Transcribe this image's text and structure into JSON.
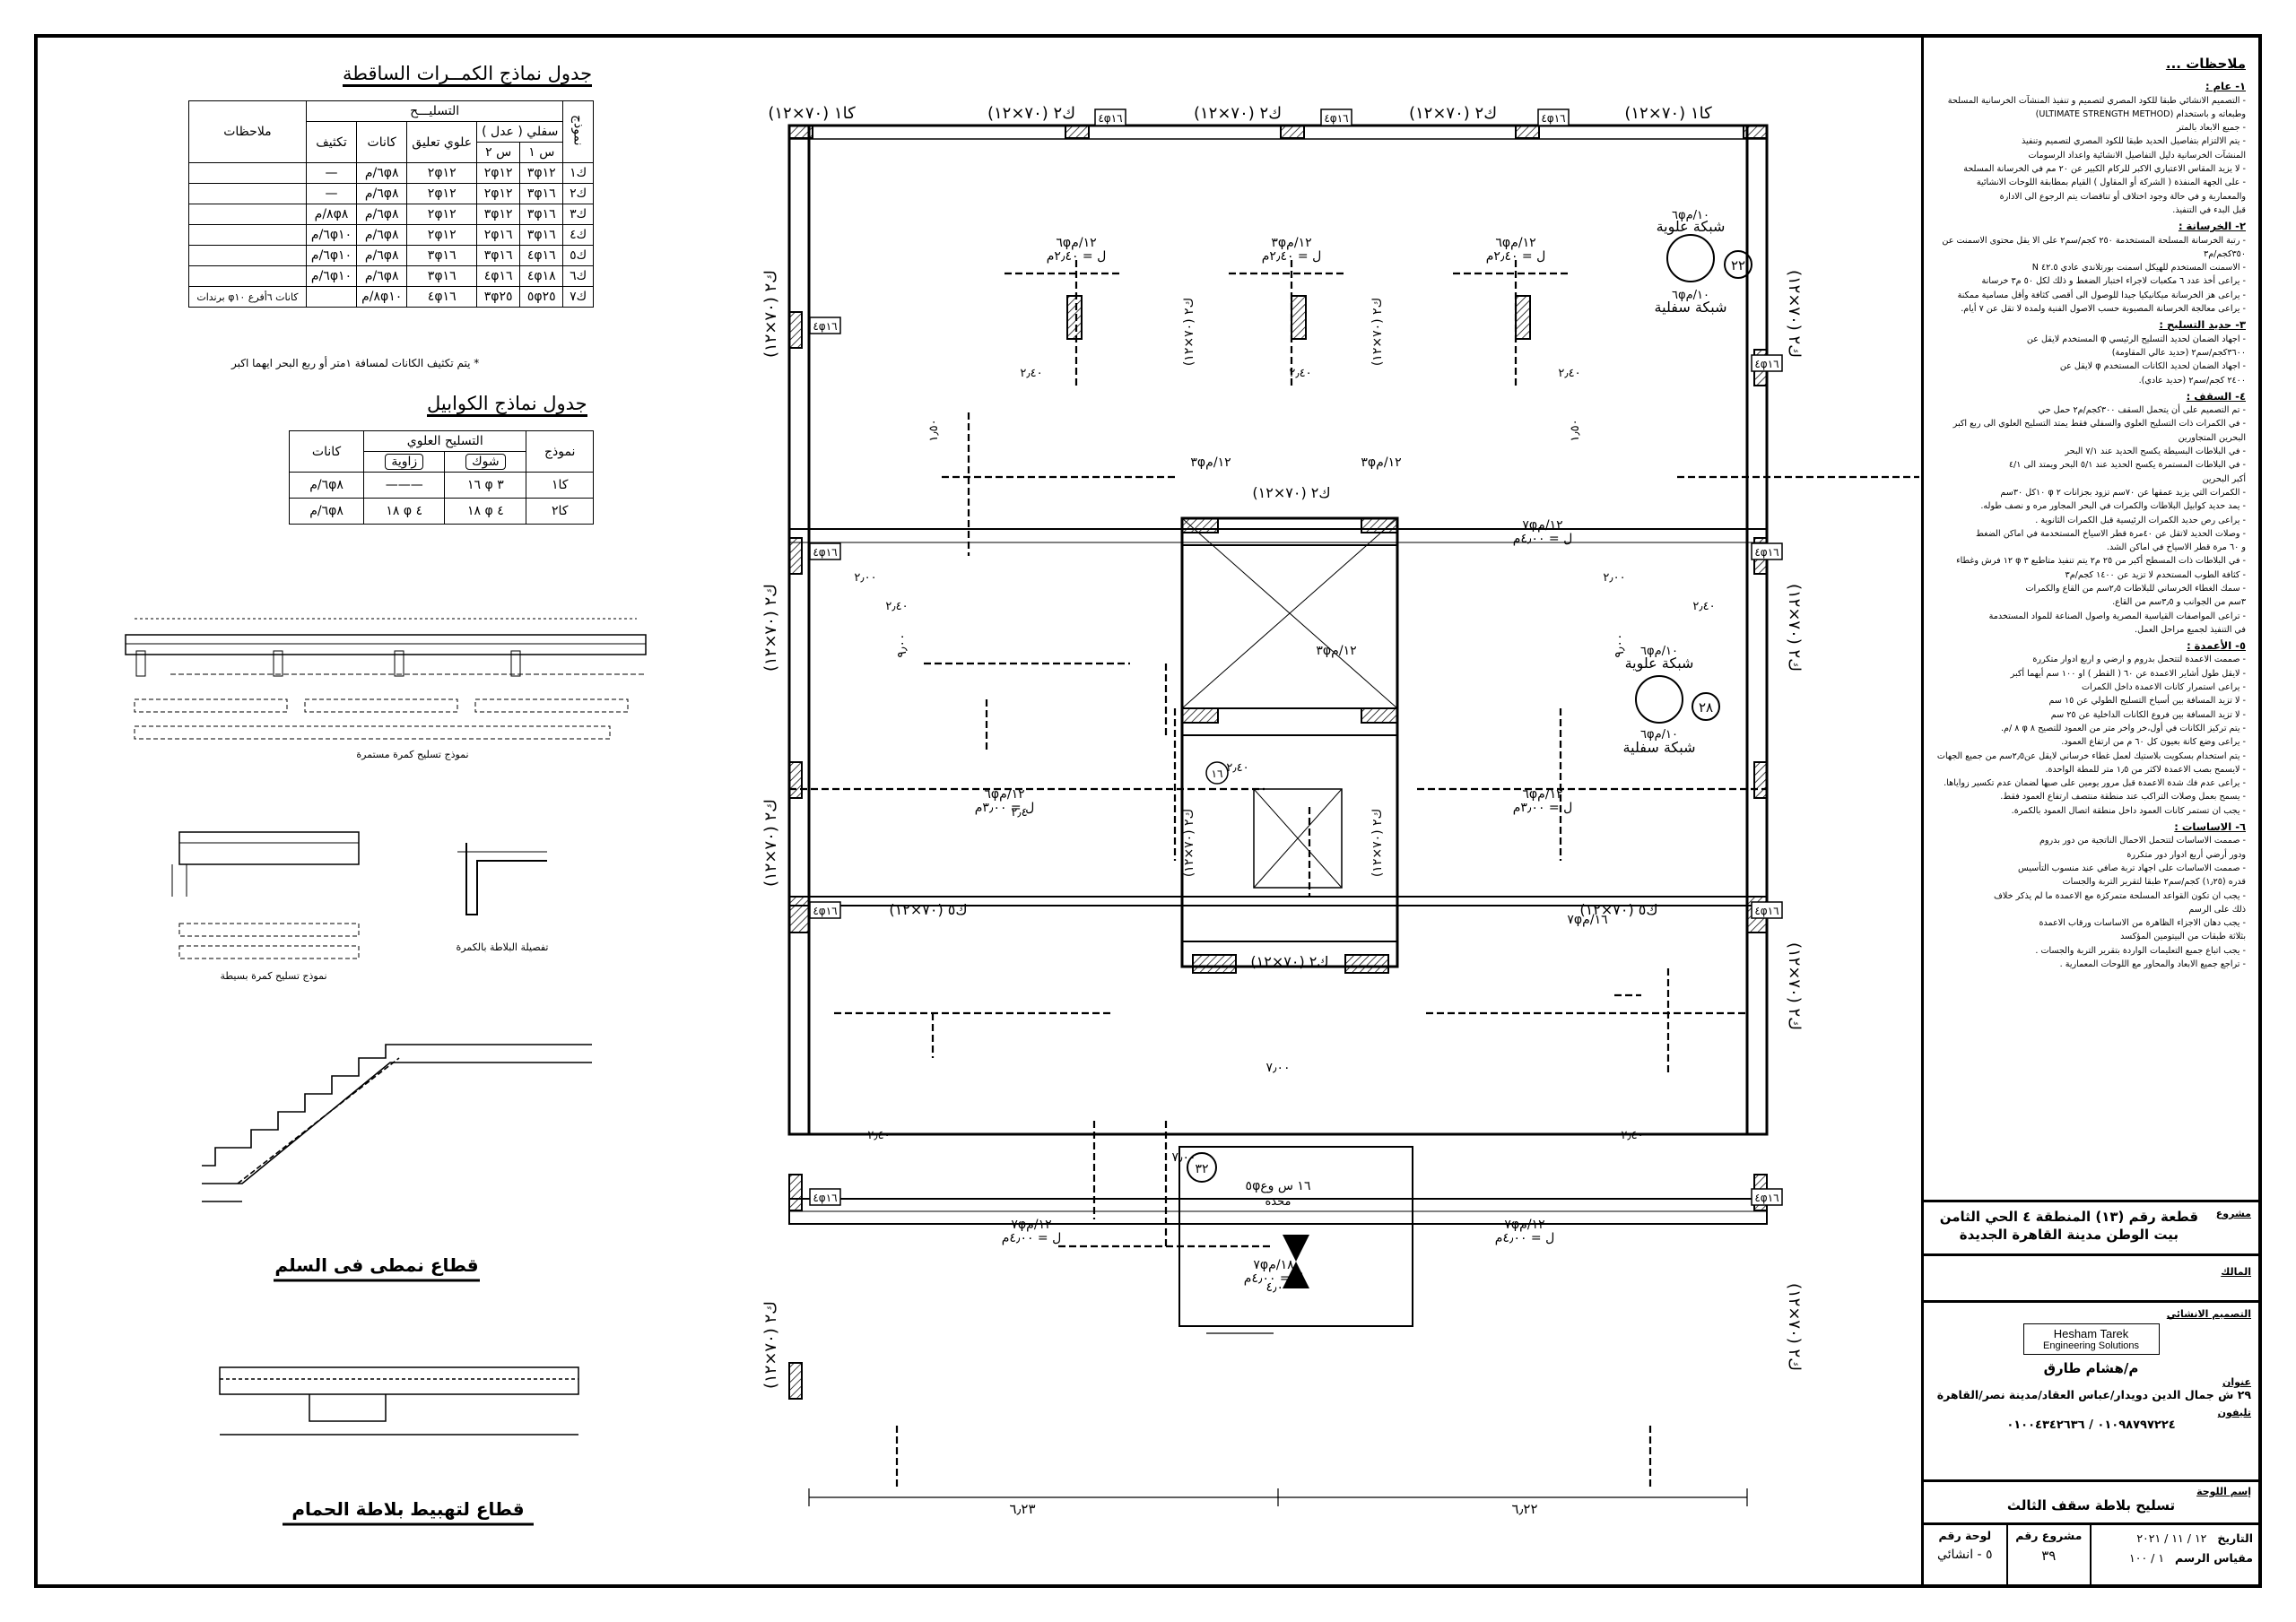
{
  "beams_table": {
    "title": "جدول نماذج الكمــرات الساقطة",
    "h_model": "نموذج",
    "h_rebar": "التسليـــح",
    "h_notes": "ملاحظات",
    "h_bottom": "سفلي ( عدل )",
    "h_top": "علوي تعليق",
    "h_stirrups": "كانات",
    "h_extra": "تكثيف",
    "h_s1": "س ١",
    "h_s2": "س ٢",
    "rows": [
      {
        "model": "ك١",
        "s1": "٣φ١٢",
        "s2": "٢φ١٢",
        "top": "٢φ١٢",
        "stir": "٦φ٨/م",
        "extra": "—",
        "note": ""
      },
      {
        "model": "ك٢",
        "s1": "٣φ١٦",
        "s2": "٢φ١٢",
        "top": "٢φ١٢",
        "stir": "٦φ٨/م",
        "extra": "—",
        "note": ""
      },
      {
        "model": "ك٣",
        "s1": "٣φ١٦",
        "s2": "٣φ١٢",
        "top": "٢φ١٢",
        "stir": "٦φ٨/م",
        "extra": "٨φ٨/م",
        "note": ""
      },
      {
        "model": "ك٤",
        "s1": "٣φ١٦",
        "s2": "٢φ١٦",
        "top": "٢φ١٢",
        "stir": "٦φ٨/م",
        "extra": "٦φ١٠/م",
        "note": ""
      },
      {
        "model": "ك٥",
        "s1": "٤φ١٦",
        "s2": "٣φ١٦",
        "top": "٣φ١٦",
        "stir": "٦φ٨/م",
        "extra": "٦φ١٠/م",
        "note": ""
      },
      {
        "model": "ك٦",
        "s1": "٤φ١٨",
        "s2": "٤φ١٦",
        "top": "٣φ١٦",
        "stir": "٦φ٨/م",
        "extra": "٦φ١٠/م",
        "note": ""
      },
      {
        "model": "ك٧",
        "s1": "٥φ٢٥",
        "s2": "٣φ٢٥",
        "top": "٤φ١٦",
        "stir": "٨φ١٠/م",
        "extra": "",
        "note": "كانات ٦أفرع φ١٠ برندات"
      }
    ],
    "footnote": "* يتم تكثيف الكانات لمسافة ١متر أو ربع البحر ايهما اكبر"
  },
  "cantilever_table": {
    "title": "جدول نماذج الكوابيل",
    "h_model": "نموذج",
    "h_top": "التسليح العلوي",
    "h_stir": "كانات",
    "h_thorn": "شوك",
    "h_angle": "زاوية",
    "rows": [
      {
        "model": "كا١",
        "thorn": "٣ φ ١٦",
        "angle": "———",
        "stir": "٦φ٨/م"
      },
      {
        "model": "كا٢",
        "thorn": "٤ φ ١٨",
        "angle": "٤ φ ١٨",
        "stir": "٦φ٨/م"
      }
    ]
  },
  "details": {
    "continuous_beam": "نموذج تسليح كمرة مستمرة",
    "simple_beam": "نموذج تسليح كمرة بسيطة",
    "slab_beam": "تفصيلة البلاطة بالكمرة",
    "stair": "قطاع نمطى فى السلم",
    "bath": "قطاع لتهبيط بلاطة الحمام"
  },
  "plan": {
    "beam_labels": [
      "كا١ (٧٠×١٢)",
      "ك٢ (٧٠×١٢)",
      "ك٢ (٧٠×١٢)",
      "ك٢ (٧٠×١٢)",
      "كا١ (٧٠×١٢)"
    ],
    "left_beams": [
      "ك٢ (٧٠×١٢)",
      "ك٢ (٧٠×١٢)",
      "ك٢ (٧٠×١٢)",
      "ك٢ (٧٠×١٢)"
    ],
    "col_tag": "٤φ١٦",
    "mid_beams": [
      "ك٢ (٧٠×١٢)",
      "ك٢ (٧٠×١٢)",
      "ك٥ (٧٠×١٢)",
      "ك٥ (٧٠×١٢)",
      "ك٢ (٧٠×١٢)"
    ],
    "mesh_top": "شبكة علوية",
    "mesh_bottom": "شبكة سفلية",
    "mesh_top_spec": "٦φ١٠/م",
    "mesh_bot_spec": "٦φ١٠/م",
    "slab1_no": "٢٢",
    "slab2_no": "٢٨",
    "slab3_no": "٣٢",
    "stair_no": "١٦",
    "rebar1": "٦φ١٢/م",
    "rebar2": "٣φ١٢/م",
    "rebar3": "٧φ١٢/م",
    "rebar4": "٧φ١٦/م",
    "rebar5": "٧φ١٨/م",
    "len1": "ل = ٢٫٤٠م",
    "len2": "ل = ٣٫٠٠م",
    "len3": "ل = ٤٫٠٠م",
    "dim_240": "٢٫٤٠",
    "dim_200": "٢٫٠٠",
    "dim_150": "١٫٥٠",
    "dim_900": "٩٫٠٠",
    "dim_700": "٧٫٠٠",
    "dim_400": "٤٫٠٠",
    "dim_623": "٦٫٢٣",
    "dim_622": "٦٫٢٢",
    "drop_label": "مخدة",
    "drop_spec": "٥φ١٦ س وع"
  },
  "notes": {
    "title": "ملاحظات ...",
    "sections": [
      {
        "head": "١- عام :",
        "lines": [
          "- التصميم الانشائي طبقا للكود المصري لتصميم و تنفيذ المنشآت الخرسانية المسلحة",
          "وطبعاته و باستخدام (ULTIMATE STRENGTH METHOD)",
          "- جميع الابعاد بالمتر",
          "- يتم الالتزام بتفاصيل الحديد طبقا للكود المصري لتصميم وتنفيذ",
          "المنشآت الخرسانية دليل التفاصيل الانشائية واعداد الرسومات",
          "- لا يزيد المقاس الاعتباري الاكبر للركام الكبير عن ٢٠ مم في الخرسانة المسلحة",
          "- على الجهة المنفذة ( الشركة أو المقاول ) القيام بمطابقة اللوحات الانشائية",
          "والمعمارية و في حالة وجود اختلاف أو تناقضات يتم الرجوع الى الادارة",
          "قبل البدء في التنفيذ."
        ]
      },
      {
        "head": "٢- الخرسانة :",
        "lines": [
          "- رتبة الخرسانة المسلحة المستخدمة ٢٥٠ كجم/سم٢ على الا يقل محتوى الاسمنت عن ٣٥٠كجم/م٣",
          "- الاسمنت المستخدم للهيكل اسمنت بورتلاندي عادي ٤٢.٥ N",
          "- يراعى أخذ عدد ٦ مكعبات لاجراء اختبار الضغط و ذلك لكل ٥٠ م٣ خرسانة",
          "- يراعى هز الخرسانة ميكانيكيا جيدا للوصول الى أقصى كثافة وأقل مسامية ممكنة",
          "- يراعى معالجة الخرسانة المصبوبة حسب الاصول الفنية ولمدة لا تقل عن ٧ أيام."
        ]
      },
      {
        "head": "٣- حديد التسليح :",
        "lines": [
          "- اجهاد الضمان لحديد التسليح الرئيسي φ المستخدم لايقل عن",
          "٣٦٠٠كجم/سم٢ (حديد عالي المقاومة)",
          "- اجهاد الضمان لحديد الكانات المستخدم φ لايقل عن",
          "٢٤٠٠ كجم/سم٢ (حديد عادي)."
        ]
      },
      {
        "head": "٤- السقف :",
        "lines": [
          "- تم التصميم على أن يتحمل السقف ٣٠٠كجم/م٢ حمل حي",
          "- في الكمرات ذات التسليح العلوي والسفلي فقط يمتد التسليح العلوي الى ربع اكبر",
          "البحرين المتجاورين",
          "- في البلاطات البسيطة يكسح الحديد عند ٧/١ البحر",
          "- في البلاطات المستمرة يكسح الحديد عند ٥/١ البحر ويمتد الى ٤/١",
          "أكبر البحرين",
          "- الكمرات التي يزيد عمقها عن ٧٠سم تزود بجزانات ٢ φ ١٠كل ٣٠سم",
          "- يمد حديد كوابيل البلاطات والكمرات في البحر المجاور مره و نصف طوله.",
          "- يراعى رص حديد الكمرات الرئيسية قبل الكمرات الثانوية .",
          "- وصلات الحديد لاتقل عن ٤٠مرة قطر الاسياخ المستخدمة في اماكن الضغط",
          "و ٦٠ مرة قطر الاسياخ في اماكن الشد.",
          "- في البلاطات ذات المسطح أكبر من ٢٥ م٢ يتم تنفيذ متاطيع ٣ φ ١٢ فرش وغطاء",
          "- كثافة الطوب المستخدم لا تزيد عن ١٤٠٠ كجم/م٣",
          "- سمك الغطاء الخرساني للبلاطات ٢٫٥سم من القاع والكمرات",
          "٣سم من الجوانب و ٣٫٥سم من القاع.",
          "- تراعى المواصفات القياسية المصرية واصول الصناعة للمواد المستخدمة",
          "في التنفيذ لجميع مراحل العمل."
        ]
      },
      {
        "head": "٥- الأعمدة :",
        "lines": [
          "- صممت الاعمدة لتتحمل بدروم و ارضي و اربع ادوار متكررة",
          "- لايقل طول أشاير الاعمدة عن ٦٠ ( القطر ) او ١٠٠ سم أيهما أكبر",
          "- يراعى استمرار كانات الاعمدة داخل الكمرات",
          "- لا تزيد المسافة بين أسياخ التسليح الطولي عن ١٥ سم",
          "- لا تزيد المسافة بين فروع الكانات الداخلية عن ٢٥ سم",
          "- يتم تركيز الكانات في أول،خر واخر متر من العمود للتصيح ٨ φ ٨ /م.",
          "- يراعى وضع كانة بعيون كل ٦٠ م من ارتفاع العمود.",
          "- يتم استخدام بسكويت بلاستيك لعمل غطاء خرساني لايقل عن٢٫٥سم من جميع الجهات",
          "- لايسمح بصب الاعمدة لاكثر من ١٫٥ متر للمطة الواحدة.",
          "- يراعى عدم فك شدة الاعمدة قبل مرور يومين على صبها لضمان عدم تكسير زواياها.",
          "- يسمح بعمل وصلات التراكب عند منطقة منتصف ارتفاع العمود فقط.",
          "- يجب ان تستمر كانات العمود داخل منطقة اتصال العمود بالكمرة."
        ]
      },
      {
        "head": "٦- الاساسات :",
        "lines": [
          "- صممت الاساسات لتتحمل الاحمال الناتجية من دور بدروم",
          "ودور أرضي أربع ادوار دور متكررة",
          "- صممت الاساسات على اجهاد تربة صافي عند منسوب التأسيس",
          "قدره (١٫٢٥) كجم/سم٢ طبقا لتقرير التربة والجسات",
          "- يجب ان تكون القواعد المسلحة متمركزة مع الاعمدة ما لم يذكر خلاف",
          "ذلك على الرسم",
          "- يجب دهان الاجزاء الظاهرة من الاساسات ورقاب الاعمدة",
          "بثلاثة طبقات من البيتومين المؤكسد",
          "- يجب اتباع جميع التعليمات الواردة بتقرير التربة والجسات .",
          "- تراجع جميع الابعاد والمحاور مع اللوحات المعمارية ."
        ]
      }
    ]
  },
  "title_block": {
    "project_label": "مشروع",
    "project_name_1": "قطعة رقم (١٣) المنطقة ٤ الحي الثامن",
    "project_name_2": "بيت الوطن مدينة القاهرة الجديدة",
    "owner_label": "المالك",
    "design_label": "التصميم الانشائي",
    "company_1": "Hesham Tarek",
    "company_2": "Engineering Solutions",
    "engineer": "م/هشام طارق",
    "address_label": "عنوان",
    "address": "٢٩ ش جمال الدين دويدار/عباس العقاد/مدينة نصر/القاهرة",
    "phone_label": "تليفون",
    "phone": "٠١٠٩٨٧٩٧٢٢٤ / ٠١٠٠٤٣٤٢٦٣٦",
    "sheet_label": "إسم اللوحة",
    "sheet_name": "تسليح بلاطة سقف الثالث",
    "date_label": "التاريخ",
    "date": "١٢ / ١١ / ٢٠٢١",
    "project_no_label": "مشروع رقم",
    "project_no": "٣٩",
    "sheet_no_label": "لوحة رقم",
    "sheet_no": "٥ - انشائي",
    "scale_label": "مقياس الرسم",
    "scale": "١ / ١٠٠"
  }
}
